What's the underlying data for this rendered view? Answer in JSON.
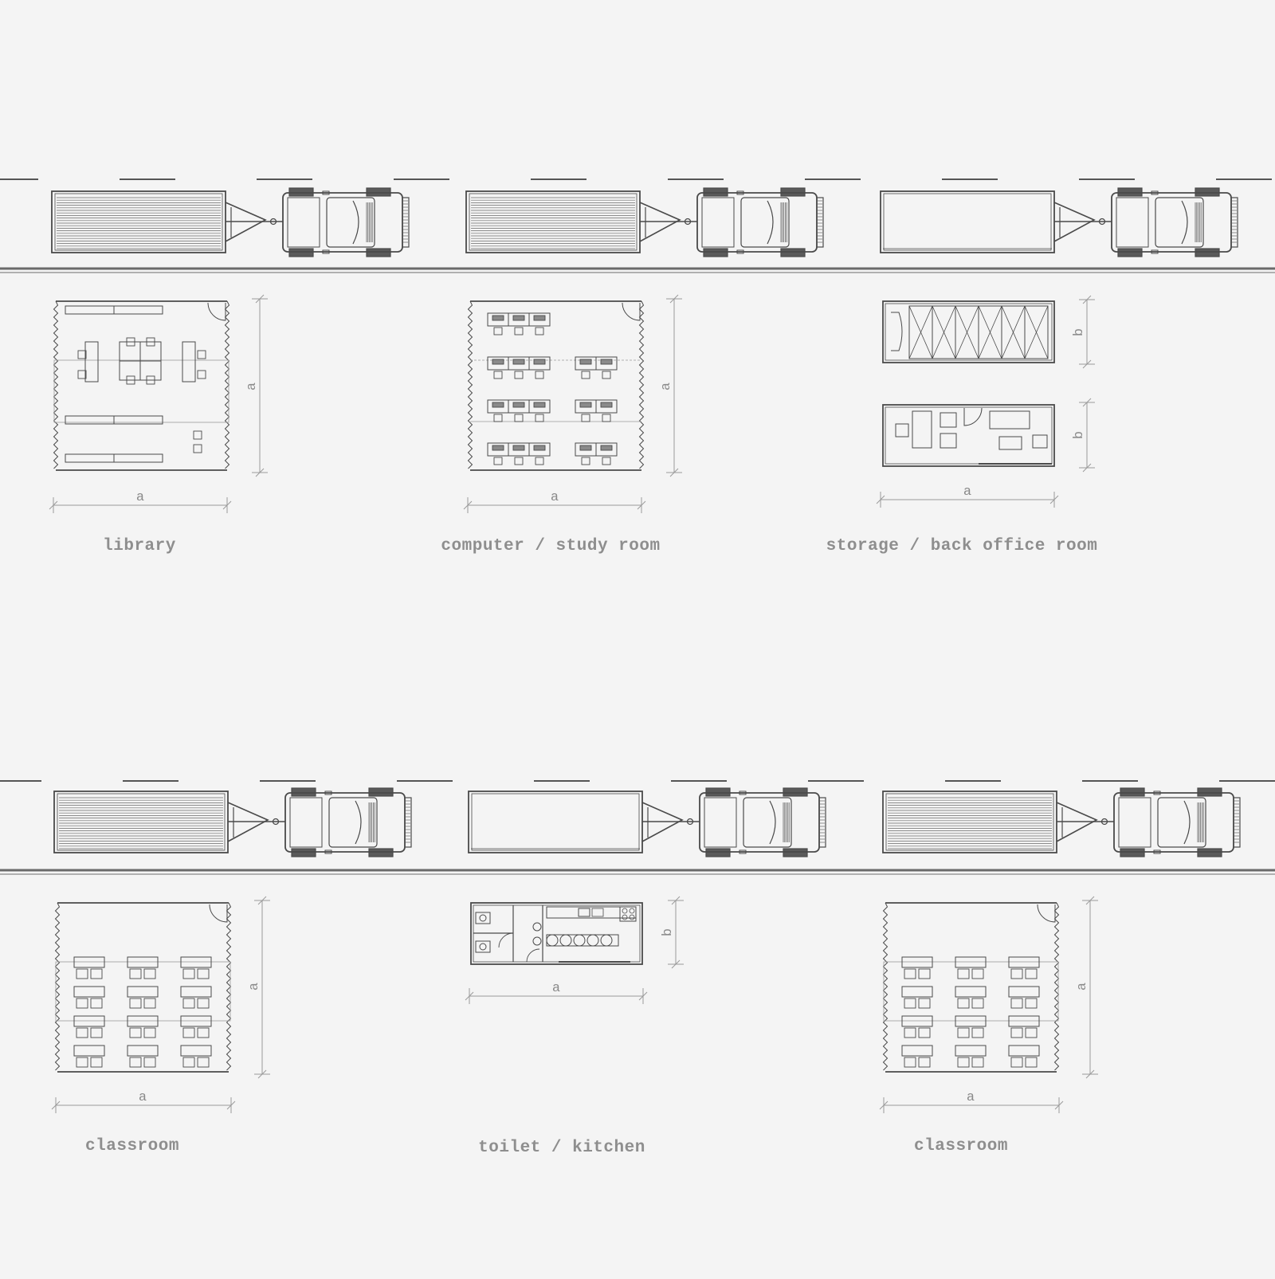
{
  "captions": {
    "library": "library",
    "computer": "computer / study room",
    "storage": "storage / back office room",
    "classroom_left": "classroom",
    "toilet": "toilet / kitchen",
    "classroom_right": "classroom"
  },
  "dimensions": {
    "a": "a",
    "b": "b"
  },
  "colors": {
    "background": "#f4f4f4",
    "line": "#4a4a4a",
    "light_line": "#9a9a9a",
    "caption": "#8e8e8e"
  }
}
